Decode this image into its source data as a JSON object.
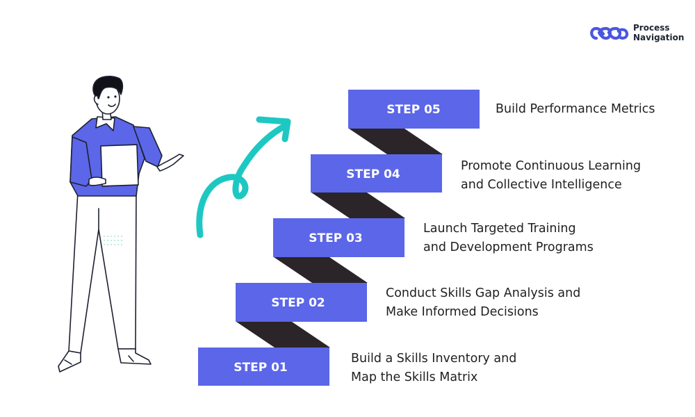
{
  "brand": {
    "name_line1": "Process",
    "name_line2": "Navigation",
    "icon": "chain-link-logo-icon"
  },
  "steps": [
    {
      "label": "STEP 01",
      "lines": [
        "Build a Skills Inventory and",
        "Map the Skills Matrix"
      ]
    },
    {
      "label": "STEP 02",
      "lines": [
        "Conduct Skills Gap Analysis and",
        "Make Informed Decisions"
      ]
    },
    {
      "label": "STEP 03",
      "lines": [
        "Launch Targeted Training",
        "and Development Programs"
      ]
    },
    {
      "label": "STEP 04",
      "lines": [
        "Promote Continuous Learning",
        "and Collective Intelligence"
      ]
    },
    {
      "label": "STEP 05",
      "lines": [
        "Build Performance Metrics"
      ]
    }
  ],
  "colors": {
    "step_box": "#5B66E8",
    "step_connector": "#2B2428",
    "arrow": "#1EC8C2",
    "person_shirt": "#5B66E8",
    "text": "#1f1f1f"
  },
  "icons": [
    "person-illustration",
    "curved-up-arrow-icon",
    "chain-link-logo-icon"
  ]
}
